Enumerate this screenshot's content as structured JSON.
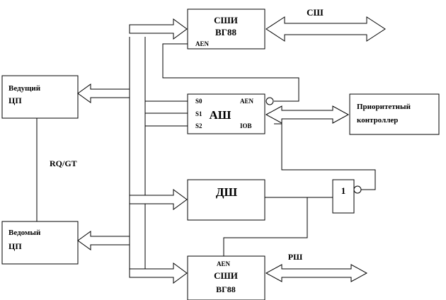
{
  "blocks": {
    "sshi_top": {
      "line1": "СШИ",
      "line2": "ВГ88",
      "pin": "AEN"
    },
    "sh_label": "СШ",
    "vedushchiy": {
      "line1": "Ведущий",
      "line2": "ЦП"
    },
    "vedomy": {
      "line1": "Ведомый",
      "line2": "ЦП"
    },
    "rqgt": "RQ/GT",
    "ash": {
      "title": "АШ",
      "s0": "S0",
      "s1": "S1",
      "s2": "S2",
      "aen": "AEN",
      "iob": "IOB"
    },
    "priority": {
      "line1": "Приоритетный",
      "line2": "контроллер"
    },
    "dsh": "ДШ",
    "inverter": "1",
    "sshi_bottom": {
      "pin": "AEN",
      "line1": "СШИ",
      "line2": "ВГ88"
    },
    "rsh_label": "РШ"
  }
}
